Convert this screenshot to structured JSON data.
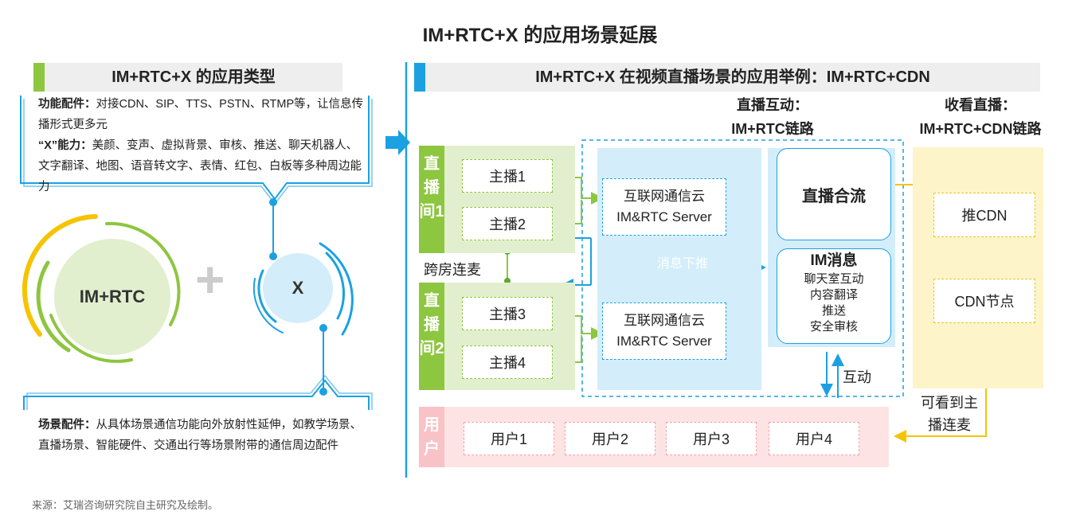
{
  "title": "IM+RTC+X 的应用场景延展",
  "left": {
    "header": "IM+RTC+X 的应用类型",
    "func_label": "功能配件：",
    "func_text": "对接CDN、SIP、TTS、PSTN、RTMP等，让信息传播形式更多元",
    "x_label": "“X”能力：",
    "x_text": "美颜、变声、虚拟背景、审核、推送、聊天机器人、文字翻译、地图、语音转文字、表情、红包、白板等多种周边能力",
    "im_rtc_circle": "IM+RTC",
    "plus": "+",
    "x_circle": "X",
    "scene_label": "场景配件：",
    "scene_text": "从具体场景通信功能向外放射性延伸，如教学场景、直播场景、智能硬件、交通出行等场景附带的通信周边配件"
  },
  "right": {
    "header": "IM+RTC+X 在视频直播场景的应用举例：IM+RTC+CDN",
    "live_interact_title_1": "直播互动：",
    "live_interact_title_2": "IM+RTC链路",
    "watch_title_1": "收看直播：",
    "watch_title_2": "IM+RTC+CDN链路",
    "room1_label": "直播间1",
    "room2_label": "直播间2",
    "hosts": [
      "主播1",
      "主播2",
      "主播3",
      "主播4"
    ],
    "cross_room": "跨房连麦",
    "server1_line1": "互联网通信云",
    "server1_line2": "IM&RTC Server",
    "server2_line1": "互联网通信云",
    "server2_line2": "IM&RTC Server",
    "push_down": "消息下推",
    "merge": "直播合流",
    "im_title": "IM消息",
    "im_items": [
      "聊天室互动",
      "内容翻译",
      "推送",
      "安全审核"
    ],
    "interact": "互动",
    "push_cdn": "推CDN",
    "cdn_node": "CDN节点",
    "visible_mic_1": "可看到主",
    "visible_mic_2": "播连麦",
    "users_label": "用户",
    "users": [
      "用户1",
      "用户2",
      "用户3",
      "用户4"
    ]
  },
  "source": "来源：艾瑞咨询研究院自主研究及绘制。",
  "colors": {
    "green": "#8dc63f",
    "light_green": "#e2efcf",
    "blue": "#1ba1e2",
    "light_blue": "#d3eefa",
    "yellow": "#f5c400",
    "light_yellow": "#fdf5c9",
    "pink": "#f9c2c6",
    "light_pink": "#fde3e4",
    "dark_green": "#5fa832"
  }
}
